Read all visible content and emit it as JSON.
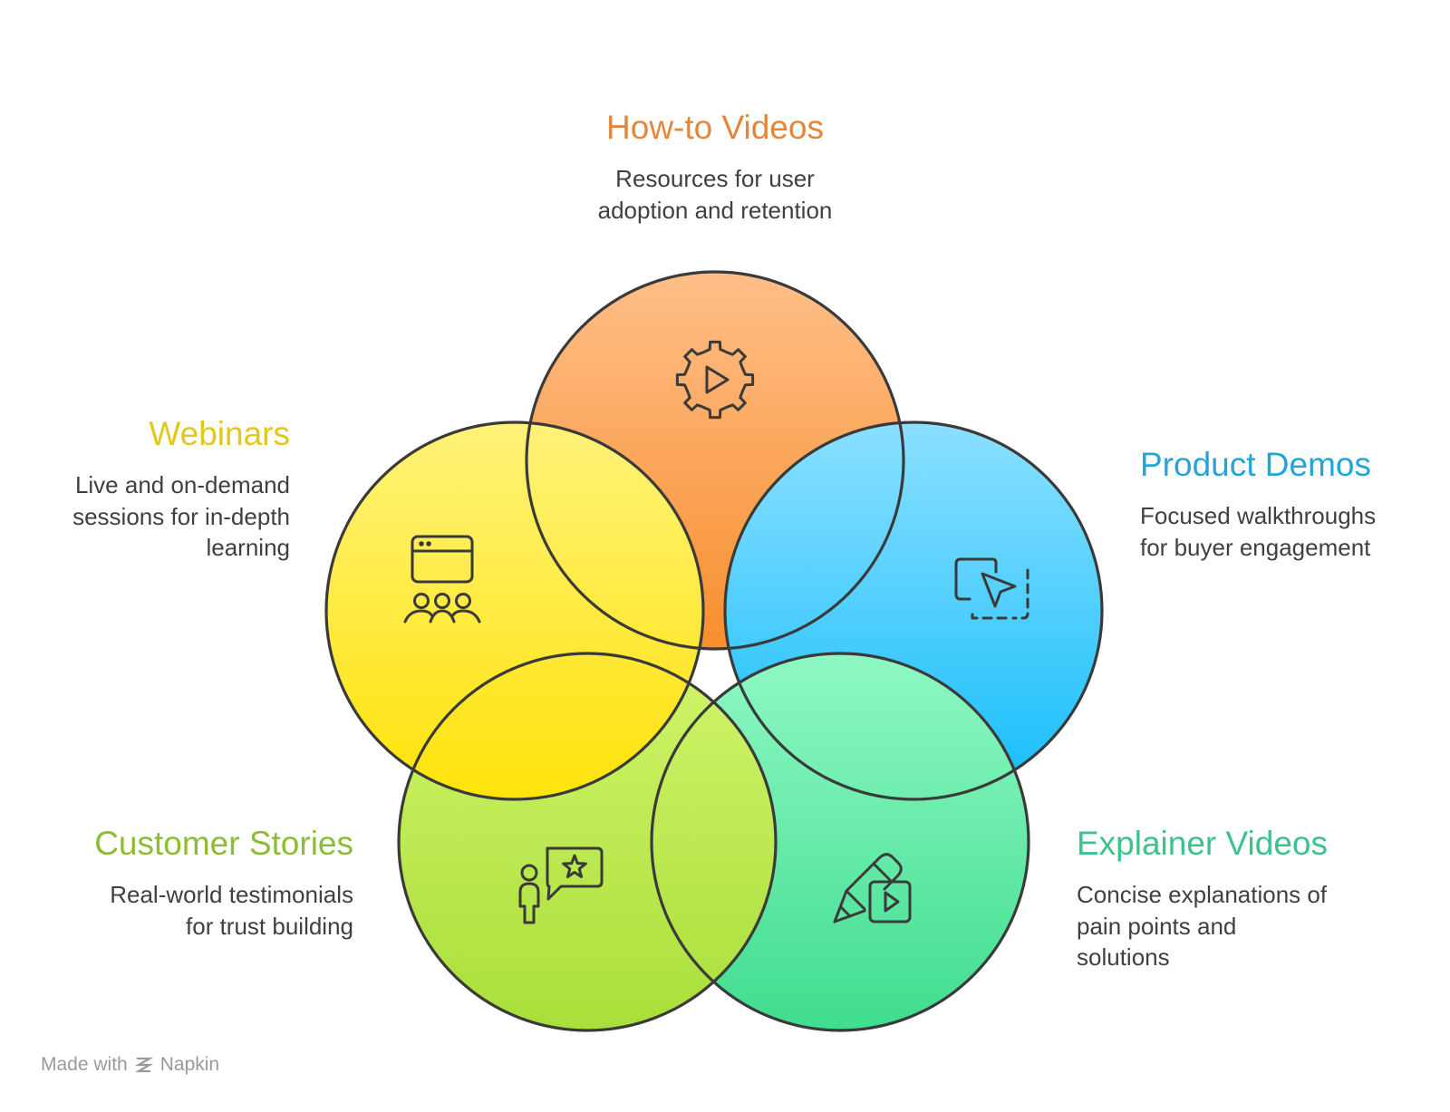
{
  "colors": {
    "stroke": "#3a3a3a",
    "description_text": "#404040",
    "footer_text": "#9a9a9a"
  },
  "circles": [
    {
      "id": "how-to",
      "title": "How-to Videos",
      "icon": "gear-play-icon",
      "description": [
        "Resources for user",
        "adoption and retention"
      ],
      "color_top": "#ffbe88",
      "color_bottom": "#f78f2e",
      "title_color": "#e5863a"
    },
    {
      "id": "product-demos",
      "title": "Product Demos",
      "icon": "screen-cursor-icon",
      "description": [
        "Focused walkthroughs",
        "for buyer engagement"
      ],
      "color_top": "#8be0ff",
      "color_bottom": "#14bdfb",
      "title_color": "#23a6d6"
    },
    {
      "id": "explainer",
      "title": "Explainer Videos",
      "icon": "pencil-video-icon",
      "description": [
        "Concise explanations of",
        "pain points and",
        "solutions"
      ],
      "color_top": "#8ff8c4",
      "color_bottom": "#40dd8e",
      "title_color": "#3cc28c"
    },
    {
      "id": "customer-stories",
      "title": "Customer Stories",
      "icon": "person-star-bubble-icon",
      "description": [
        "Real-world testimonials",
        "for trust building"
      ],
      "color_top": "#d2f46a",
      "color_bottom": "#a8df3a",
      "title_color": "#8cbd33"
    },
    {
      "id": "webinars",
      "title": "Webinars",
      "icon": "browser-audience-icon",
      "description": [
        "Live and on-demand",
        "sessions for in-depth",
        "learning"
      ],
      "color_top": "#fff27a",
      "color_bottom": "#ffe30a",
      "title_color": "#e0c81c"
    }
  ],
  "footer": {
    "made_with": "Made with",
    "brand": "Napkin"
  }
}
